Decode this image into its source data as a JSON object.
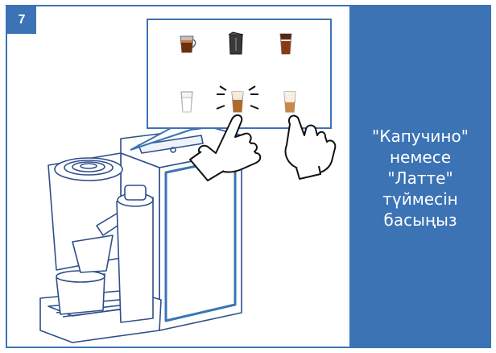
{
  "step": {
    "number": "7"
  },
  "instruction": {
    "text": "\"Капучино\"\nнемесе\n\"Латте\"\nтүймесін\nбасыңыз"
  },
  "panel": {
    "buttons": [
      {
        "name": "espresso-button",
        "icon": "espresso-cup-icon"
      },
      {
        "name": "milk-jug-button",
        "icon": "milk-jug-icon"
      },
      {
        "name": "macchiato-button",
        "icon": "macchiato-glass-icon"
      },
      {
        "name": "milk-glass-button",
        "icon": "milk-glass-icon"
      },
      {
        "name": "cappuccino-button",
        "icon": "cappuccino-glass-icon",
        "highlighted": true
      },
      {
        "name": "latte-button",
        "icon": "latte-glass-icon"
      }
    ]
  },
  "colors": {
    "accent": "#3b73b5",
    "line": "#2f4f8a",
    "text_on_accent": "#ffffff"
  }
}
